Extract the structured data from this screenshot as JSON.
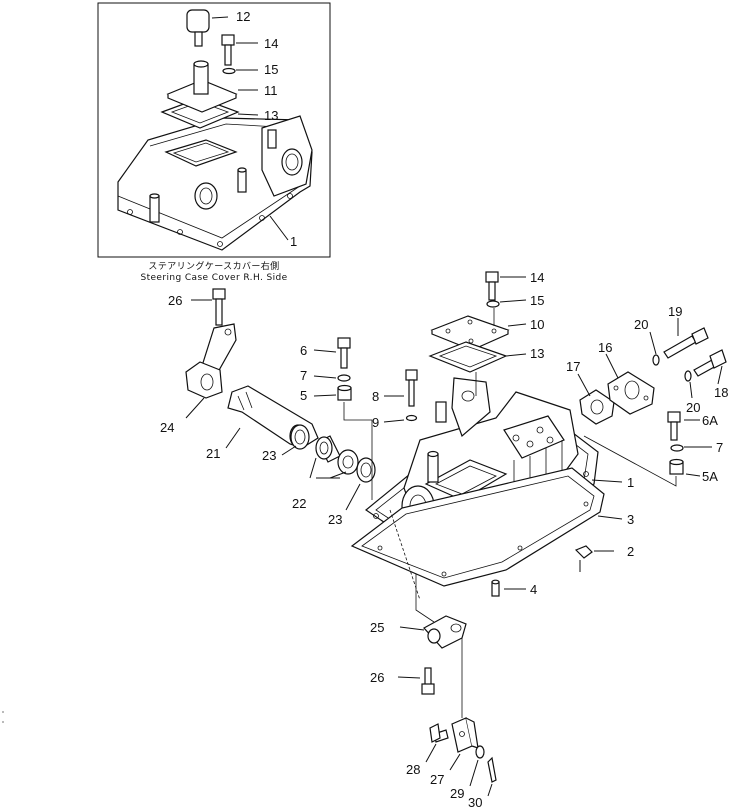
{
  "inset": {
    "caption_jp": "ステアリングケースカバー右側",
    "caption_en": "Steering Case Cover R.H. Side"
  },
  "callouts": [
    {
      "id": "c12-inset",
      "label": "12"
    },
    {
      "id": "c14-inset",
      "label": "14"
    },
    {
      "id": "c15-inset",
      "label": "15"
    },
    {
      "id": "c11-inset",
      "label": "11"
    },
    {
      "id": "c13-inset",
      "label": "13"
    },
    {
      "id": "c1-inset",
      "label": "1"
    },
    {
      "id": "c26-top",
      "label": "26"
    },
    {
      "id": "c14",
      "label": "14"
    },
    {
      "id": "c15",
      "label": "15"
    },
    {
      "id": "c10",
      "label": "10"
    },
    {
      "id": "c13",
      "label": "13"
    },
    {
      "id": "c19",
      "label": "19"
    },
    {
      "id": "c20-top",
      "label": "20"
    },
    {
      "id": "c16",
      "label": "16"
    },
    {
      "id": "c17",
      "label": "17"
    },
    {
      "id": "c18",
      "label": "18"
    },
    {
      "id": "c20-bottom",
      "label": "20"
    },
    {
      "id": "c6",
      "label": "6"
    },
    {
      "id": "c7",
      "label": "7"
    },
    {
      "id": "c5",
      "label": "5"
    },
    {
      "id": "c8",
      "label": "8"
    },
    {
      "id": "c9",
      "label": "9"
    },
    {
      "id": "c6A",
      "label": "6A"
    },
    {
      "id": "c7-right",
      "label": "7"
    },
    {
      "id": "c5A",
      "label": "5A"
    },
    {
      "id": "c1",
      "label": "1"
    },
    {
      "id": "c3",
      "label": "3"
    },
    {
      "id": "c2",
      "label": "2"
    },
    {
      "id": "c4",
      "label": "4"
    },
    {
      "id": "c24",
      "label": "24"
    },
    {
      "id": "c21",
      "label": "21"
    },
    {
      "id": "c23-left",
      "label": "23"
    },
    {
      "id": "c22",
      "label": "22"
    },
    {
      "id": "c23-right",
      "label": "23"
    },
    {
      "id": "c25",
      "label": "25"
    },
    {
      "id": "c26-bottom",
      "label": "26"
    },
    {
      "id": "c28",
      "label": "28"
    },
    {
      "id": "c27",
      "label": "27"
    },
    {
      "id": "c29",
      "label": "29"
    },
    {
      "id": "c30",
      "label": "30"
    }
  ]
}
